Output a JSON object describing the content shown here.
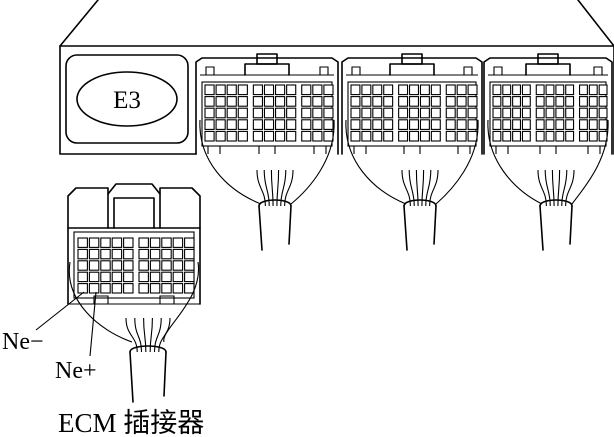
{
  "diagram": {
    "ecm_badge_label": "E3",
    "callout_ne_minus": "Ne−",
    "callout_ne_plus": "Ne+",
    "caption": "ECM 插接器"
  }
}
